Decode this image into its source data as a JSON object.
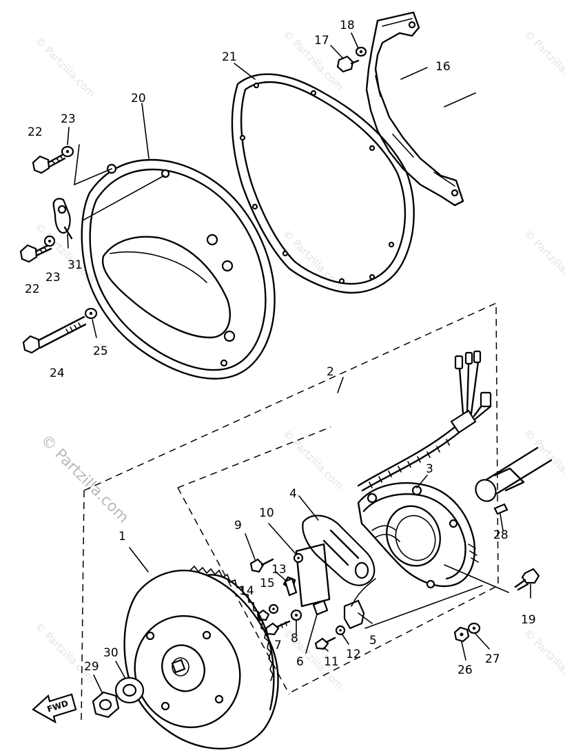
{
  "watermark_small": "© Partzilla.com",
  "watermark_large": "© Partzilla.com",
  "direction_label": "FWD",
  "callouts": {
    "c1": "1",
    "c2": "2",
    "c3": "3",
    "c4": "4",
    "c5": "5",
    "c6": "6",
    "c7": "7",
    "c8": "8",
    "c9": "9",
    "c10": "10",
    "c11": "11",
    "c12": "12",
    "c13": "13",
    "c14": "14",
    "c15": "15",
    "c16": "16",
    "c17": "17",
    "c18": "18",
    "c19": "19",
    "c20": "20",
    "c21": "21",
    "c22a": "22",
    "c22b": "22",
    "c23a": "23",
    "c23b": "23",
    "c24": "24",
    "c25": "25",
    "c26": "26",
    "c27": "27",
    "c28": "28",
    "c29": "29",
    "c30": "30",
    "c31": "31"
  }
}
